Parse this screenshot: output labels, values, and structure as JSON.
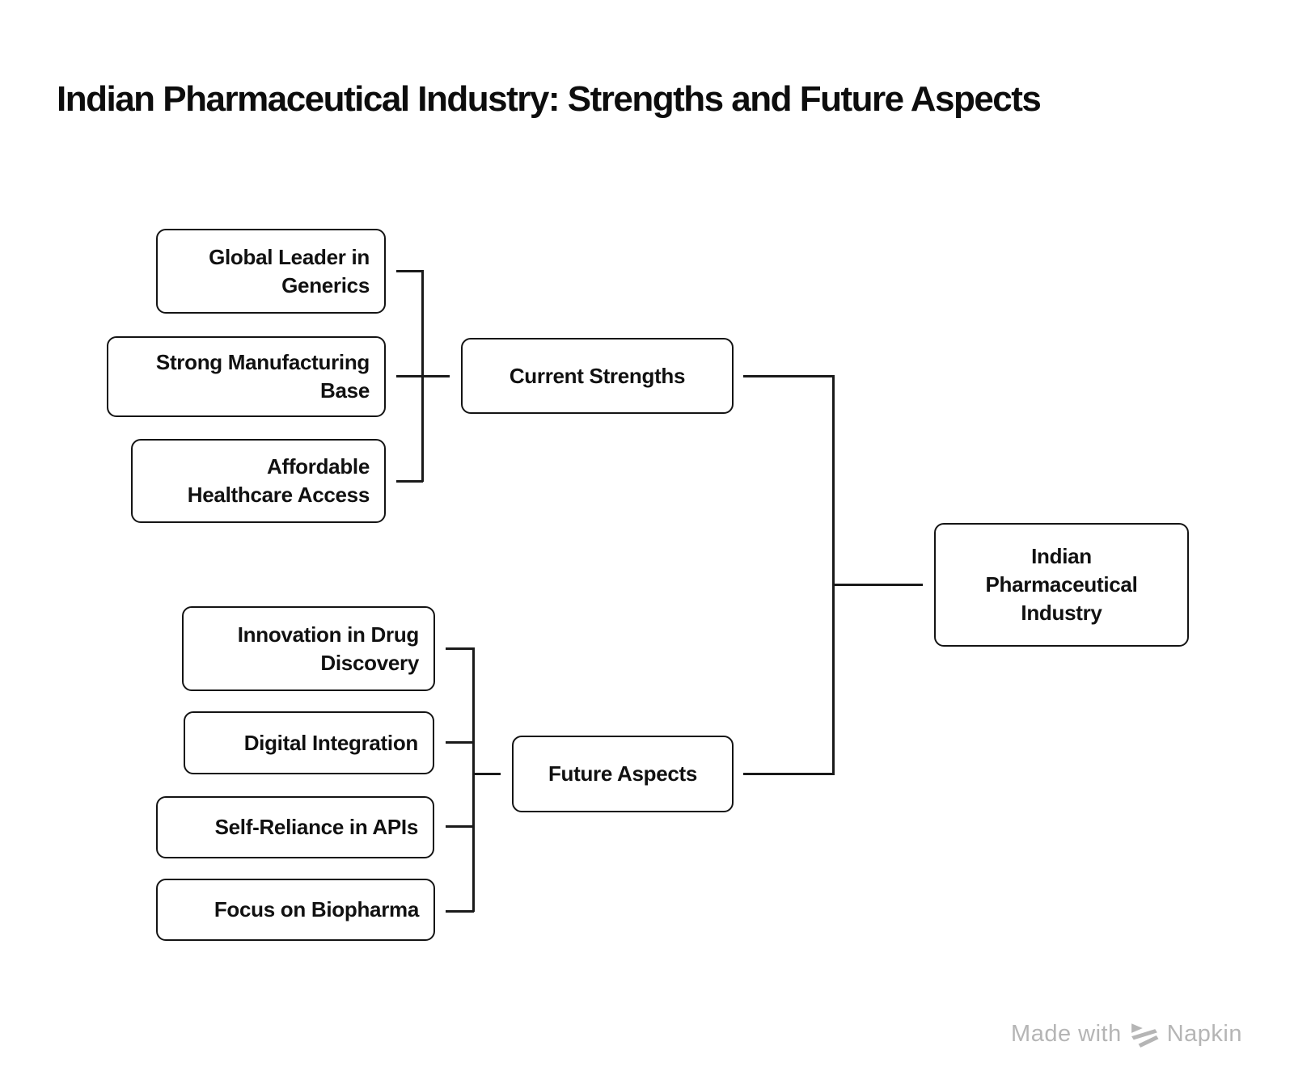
{
  "title": "Indian Pharmaceutical Industry: Strengths and Future Aspects",
  "diagram": {
    "root": {
      "label": "Indian\nPharmaceutical\nIndustry"
    },
    "branches": [
      {
        "label": "Current Strengths",
        "children": [
          {
            "label": "Global Leader in\nGenerics"
          },
          {
            "label": "Strong Manufacturing\nBase"
          },
          {
            "label": "Affordable\nHealthcare Access"
          }
        ]
      },
      {
        "label": "Future Aspects",
        "children": [
          {
            "label": "Innovation in Drug\nDiscovery"
          },
          {
            "label": "Digital Integration"
          },
          {
            "label": "Self-Reliance in APIs"
          },
          {
            "label": "Focus on Biopharma"
          }
        ]
      }
    ]
  },
  "watermark": {
    "made_with": "Made with",
    "brand": "Napkin"
  },
  "colors": {
    "background": "#ffffff",
    "box_border": "#141414",
    "connector": "#1a1a1a",
    "text": "#111111",
    "watermark": "#b5b5b5"
  }
}
